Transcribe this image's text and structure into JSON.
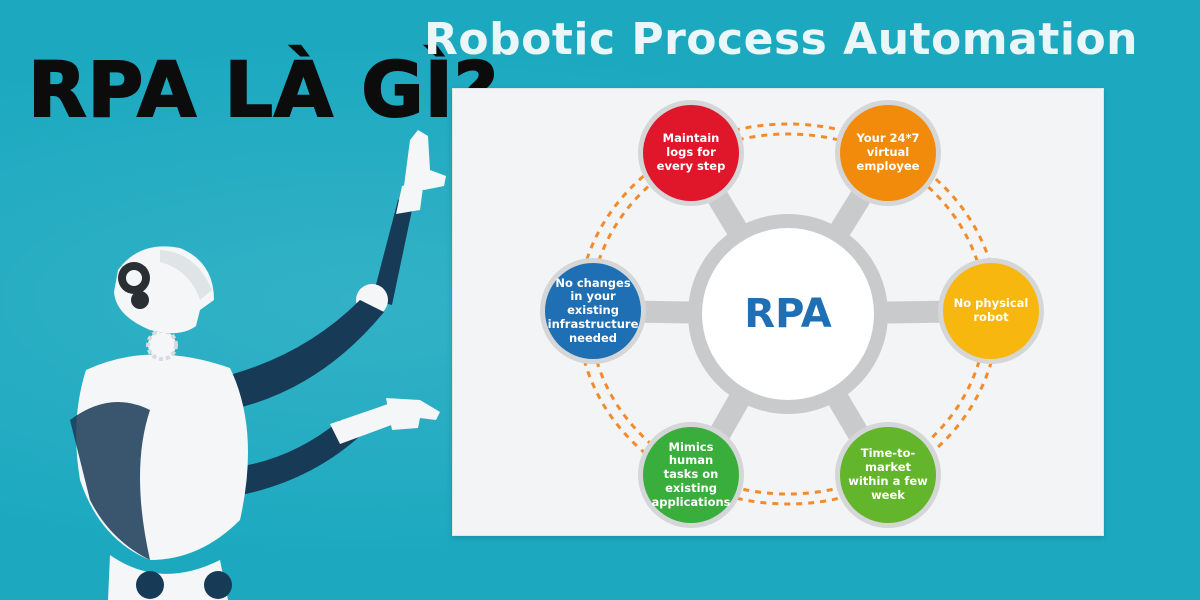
{
  "headline": "RPA LÀ GÌ?",
  "title": "Robotic Process Automation",
  "hub": {
    "label": "RPA"
  },
  "nodes": [
    {
      "id": "logs",
      "label": "Maintain logs for every step",
      "color": "#e0162b"
    },
    {
      "id": "virtual",
      "label": "Your 24*7 virtual employee",
      "color": "#f28b0c"
    },
    {
      "id": "robot",
      "label": "No physical robot",
      "color": "#f8b70e"
    },
    {
      "id": "market",
      "label": "Time-to-market within a few week",
      "color": "#63b52b"
    },
    {
      "id": "mimics",
      "label": "Mimics human tasks on existing applications",
      "color": "#3aae3c"
    },
    {
      "id": "changes",
      "label": "No changes in your existing infrastructure needed",
      "color": "#1e6fb3"
    }
  ],
  "colors": {
    "background": "#1ca9c0",
    "dashed_ring": "#f28b2b",
    "spokes": "#c8cacc",
    "robot_body": "#f4f6f7",
    "robot_arm": "#173a56"
  }
}
